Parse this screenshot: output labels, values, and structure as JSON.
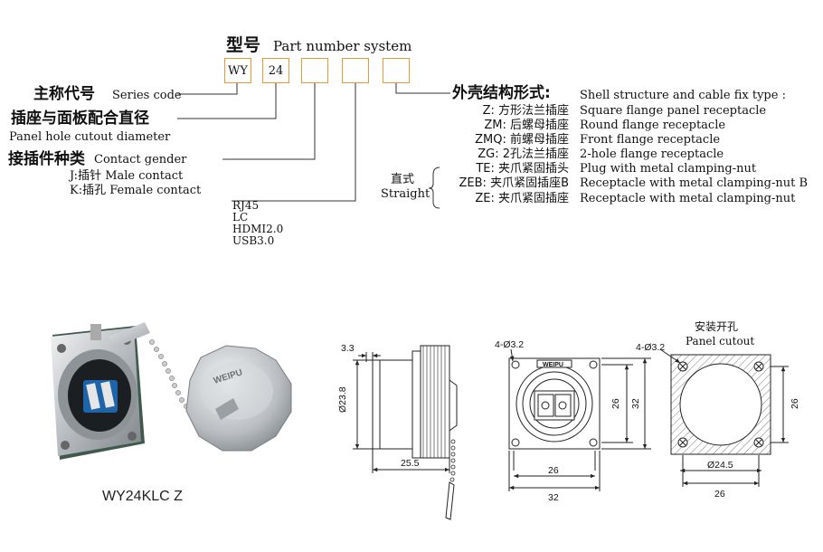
{
  "header": {
    "cn": "型号",
    "en": "Part number system"
  },
  "boxes": [
    "WY",
    "24",
    "",
    "",
    ""
  ],
  "series": {
    "cn": "主称代号",
    "en": "Series code"
  },
  "cutout": {
    "cn": "插座与面板配合直径",
    "en": "Panel hole cutout diameter"
  },
  "gender": {
    "cn": "接插件种类",
    "en": "Contact gender",
    "j": "J:插针  Male contact",
    "k": "K:插孔  Female contact"
  },
  "contact_types": [
    "RJ45",
    "LC",
    "HDMI2.0",
    "USB3.0"
  ],
  "shell": {
    "cn": "外壳结构形式:",
    "en": "Shell structure and  cable fix type :",
    "options": [
      {
        "code": "Z: 方形法兰插座",
        "desc": "Square flange panel receptacle"
      },
      {
        "code": "ZM: 后螺母插座",
        "desc": "Round flange receptacle"
      },
      {
        "code": "ZMQ: 前螺母插座",
        "desc": "Front flange receptacle"
      },
      {
        "code": "ZG: 2孔法兰插座",
        "desc": "2-hole flange receptacle"
      },
      {
        "code": "TE: 夹爪紧固插头",
        "desc": "Plug with metal clamping-nut"
      },
      {
        "code": "ZEB: 夹爪紧固插座B",
        "desc": "Receptacle with metal clamping-nut B"
      },
      {
        "code": "ZE: 夹爪紧固插座",
        "desc": "Receptacle with metal clamping-nut"
      }
    ],
    "straight_cn": "直式",
    "straight_en": "Straight"
  },
  "product_label": "WY24KLC Z",
  "cap_brand": "WEIPU",
  "drawing": {
    "side_dims": {
      "flange_thickness": "3.3",
      "body_dia": "Ø23.8",
      "length": "25.5"
    },
    "front_dims": {
      "holes": "4-Ø3.2",
      "brand": "WEIPU",
      "inner_w": "26",
      "outer_w": "32",
      "inner_h": "26",
      "outer_h": "32"
    },
    "cutout": {
      "title_cn": "安装开孔",
      "title_en": "Panel cutout",
      "holes": "4-Ø3.2",
      "dia": "Ø24.5",
      "w": "26",
      "h": "26"
    }
  }
}
